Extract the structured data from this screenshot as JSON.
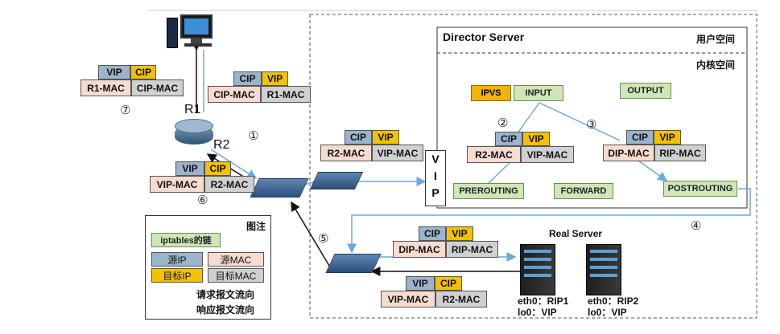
{
  "director": {
    "title": "Director Server",
    "user_space": "用户空间",
    "kernel_space": "内核空间",
    "vip_letters": [
      "V",
      "I",
      "P"
    ]
  },
  "chains": {
    "ipvs": "IPVS",
    "input": "INPUT",
    "output": "OUTPUT",
    "prerouting": "PREROUTING",
    "forward": "FORWARD",
    "postrouting": "POSTROUTING"
  },
  "routers": {
    "r1": "R1",
    "r2": "R2"
  },
  "real_server": {
    "title": "Real Server",
    "server1": {
      "eth0": "eth0：RIP1",
      "lo0": "lo0：VIP"
    },
    "server2": {
      "eth0": "eth0：RIP2",
      "lo0": "lo0：VIP"
    }
  },
  "steps": [
    "①",
    "②",
    "③",
    "④",
    "⑤",
    "⑥",
    "⑦"
  ],
  "packets": {
    "p7": {
      "ip_src": "VIP",
      "ip_dst": "CIP",
      "mac_src": "R1-MAC",
      "mac_dst": "CIP-MAC"
    },
    "p_top": {
      "ip_src": "CIP",
      "ip_dst": "VIP",
      "mac_src": "CIP-MAC",
      "mac_dst": "R1-MAC"
    },
    "p1": {
      "ip_src": "CIP",
      "ip_dst": "VIP",
      "mac_src": "R2-MAC",
      "mac_dst": "VIP-MAC"
    },
    "p2": {
      "ip_src": "CIP",
      "ip_dst": "VIP",
      "mac_src": "R2-MAC",
      "mac_dst": "VIP-MAC"
    },
    "p3": {
      "ip_src": "CIP",
      "ip_dst": "VIP",
      "mac_src": "DIP-MAC",
      "mac_dst": "RIP-MAC"
    },
    "p6": {
      "ip_src": "VIP",
      "ip_dst": "CIP",
      "mac_src": "VIP-MAC",
      "mac_dst": "R2-MAC"
    },
    "p4": {
      "ip_src": "CIP",
      "ip_dst": "VIP",
      "mac_src": "DIP-MAC",
      "mac_dst": "RIP-MAC"
    },
    "p5": {
      "ip_src": "VIP",
      "ip_dst": "CIP",
      "mac_src": "VIP-MAC",
      "mac_dst": "R2-MAC"
    }
  },
  "legend": {
    "title": "图注",
    "chain": "iptables的链",
    "src_ip": "源IP",
    "src_mac": "源MAC",
    "dst_ip": "目标IP",
    "dst_mac": "目标MAC",
    "request": "请求报文流向",
    "response": "响应报文流向"
  },
  "colors": {
    "request": "#6fa8dc",
    "response": "#111111",
    "src_ip": "#9cb3cc",
    "dst_ip": "#f2c200",
    "src_mac": "#f6dcd0",
    "dst_mac": "#d0d0d0",
    "chain": "#cfe6b8"
  }
}
